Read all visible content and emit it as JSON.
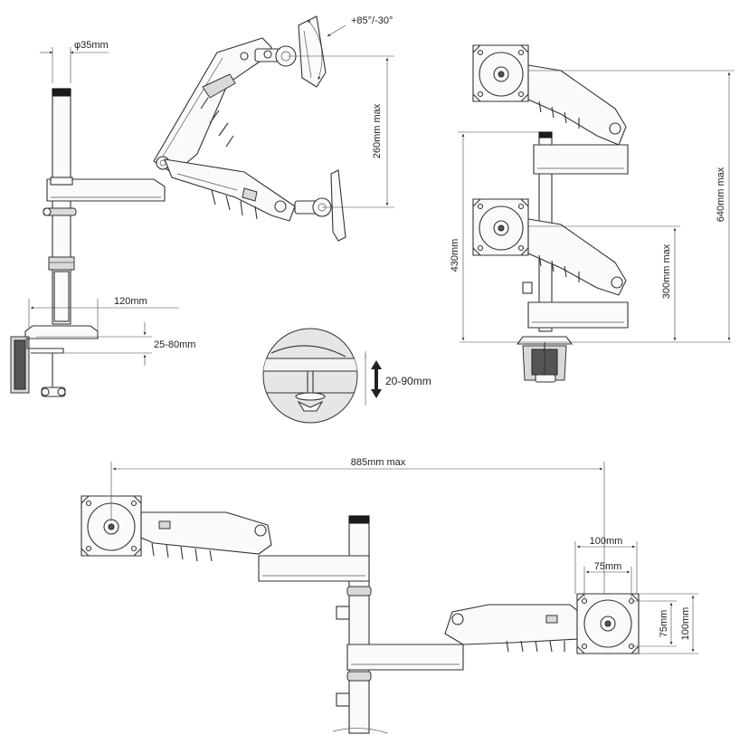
{
  "dimensions": {
    "pole_diameter": "φ35mm",
    "tilt_range": "+85°/-30°",
    "height_260": "260mm max",
    "clamp_offset": "120mm",
    "desk_thickness_clamp": "25-80mm",
    "grommet_thickness": "20-90mm",
    "total_height": "640mm max",
    "pole_height": "430mm",
    "lower_height": "300mm max",
    "total_reach": "885mm max",
    "vesa_large_h": "100mm",
    "vesa_small_h": "75mm",
    "vesa_small_v": "75mm",
    "vesa_large_v": "100mm"
  },
  "colors": {
    "line": "#333333",
    "part_fill": "#fafafa",
    "shade": "#d9d9d9",
    "pole_cap": "#1b1b1b",
    "inset_bg": "#e6e6e6"
  }
}
